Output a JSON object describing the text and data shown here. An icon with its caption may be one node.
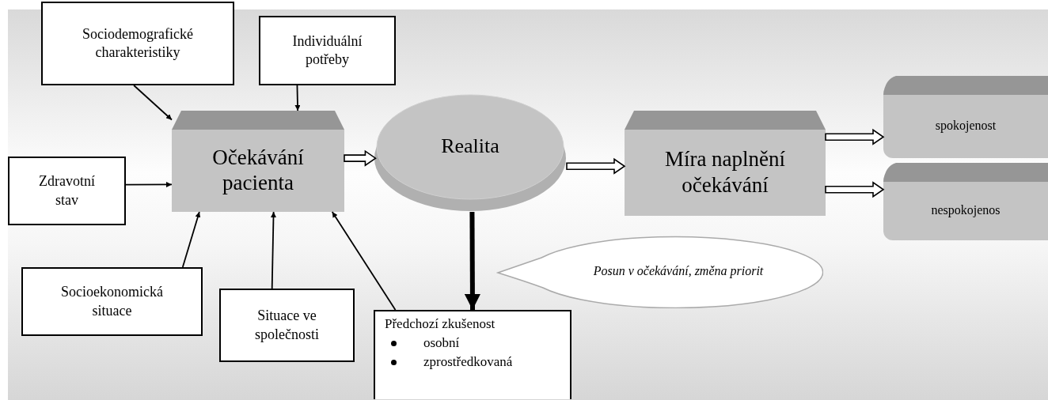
{
  "diagram": {
    "nodes": [
      {
        "text": [
          "Sociodemografické charakteristiky"
        ]
      },
      {
        "text": [
          "Individuální potřeby"
        ]
      },
      {
        "text": [
          "Zdravotní stav"
        ]
      },
      {
        "text": [
          "Očekávání pacienta"
        ]
      },
      {
        "text": [
          "Realita"
        ]
      },
      {
        "text": [
          "Míra naplnění očekávání"
        ]
      },
      {
        "text": [
          "spokojenost"
        ]
      },
      {
        "text": [
          "nespokojenos"
        ]
      },
      {
        "text": [
          "Socioekonomická situace"
        ]
      },
      {
        "text": [
          "Situace ve společnosti"
        ]
      },
      {
        "text": [
          "Předchozí zkušenost",
          "osobní",
          "zprostředkovaná"
        ]
      },
      {
        "text": [
          "Posun v očekávání, změna priorit"
        ]
      }
    ],
    "edges": [
      {
        "from": 0,
        "to": 3,
        "arrow": "to"
      },
      {
        "from": 1,
        "to": 3,
        "arrow": "to"
      },
      {
        "from": 2,
        "to": 3,
        "arrow": "to"
      },
      {
        "from": 8,
        "to": 3,
        "arrow": "to"
      },
      {
        "from": 9,
        "to": 3,
        "arrow": "to"
      },
      {
        "from": 10,
        "to": 3,
        "arrow": "to"
      },
      {
        "from": 3,
        "to": 4,
        "arrow": "to"
      },
      {
        "from": 4,
        "to": 5,
        "arrow": "to"
      },
      {
        "from": 5,
        "to": 6,
        "arrow": "to"
      },
      {
        "from": 5,
        "to": 7,
        "arrow": "to"
      },
      {
        "from": 4,
        "to": 10,
        "arrow": "to",
        "style": "thick"
      }
    ]
  }
}
